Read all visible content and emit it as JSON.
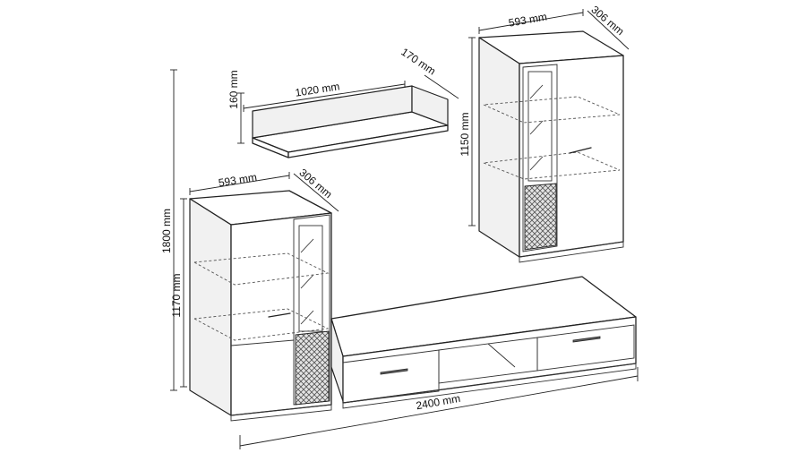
{
  "dimensions": {
    "shelf_width": "1020 mm",
    "shelf_height": "160 mm",
    "shelf_depth": "170 mm",
    "upper_cabinet_width": "593 mm",
    "upper_cabinet_depth": "306 mm",
    "upper_cabinet_height": "1150 mm",
    "tall_cabinet_width": "593 mm",
    "tall_cabinet_depth": "306 mm",
    "tall_cabinet_height": "1170 mm",
    "total_height": "1800 mm",
    "total_width": "2400 mm"
  },
  "colors": {
    "line": "#222222",
    "background": "#ffffff",
    "panel": "#f1f1f1"
  }
}
